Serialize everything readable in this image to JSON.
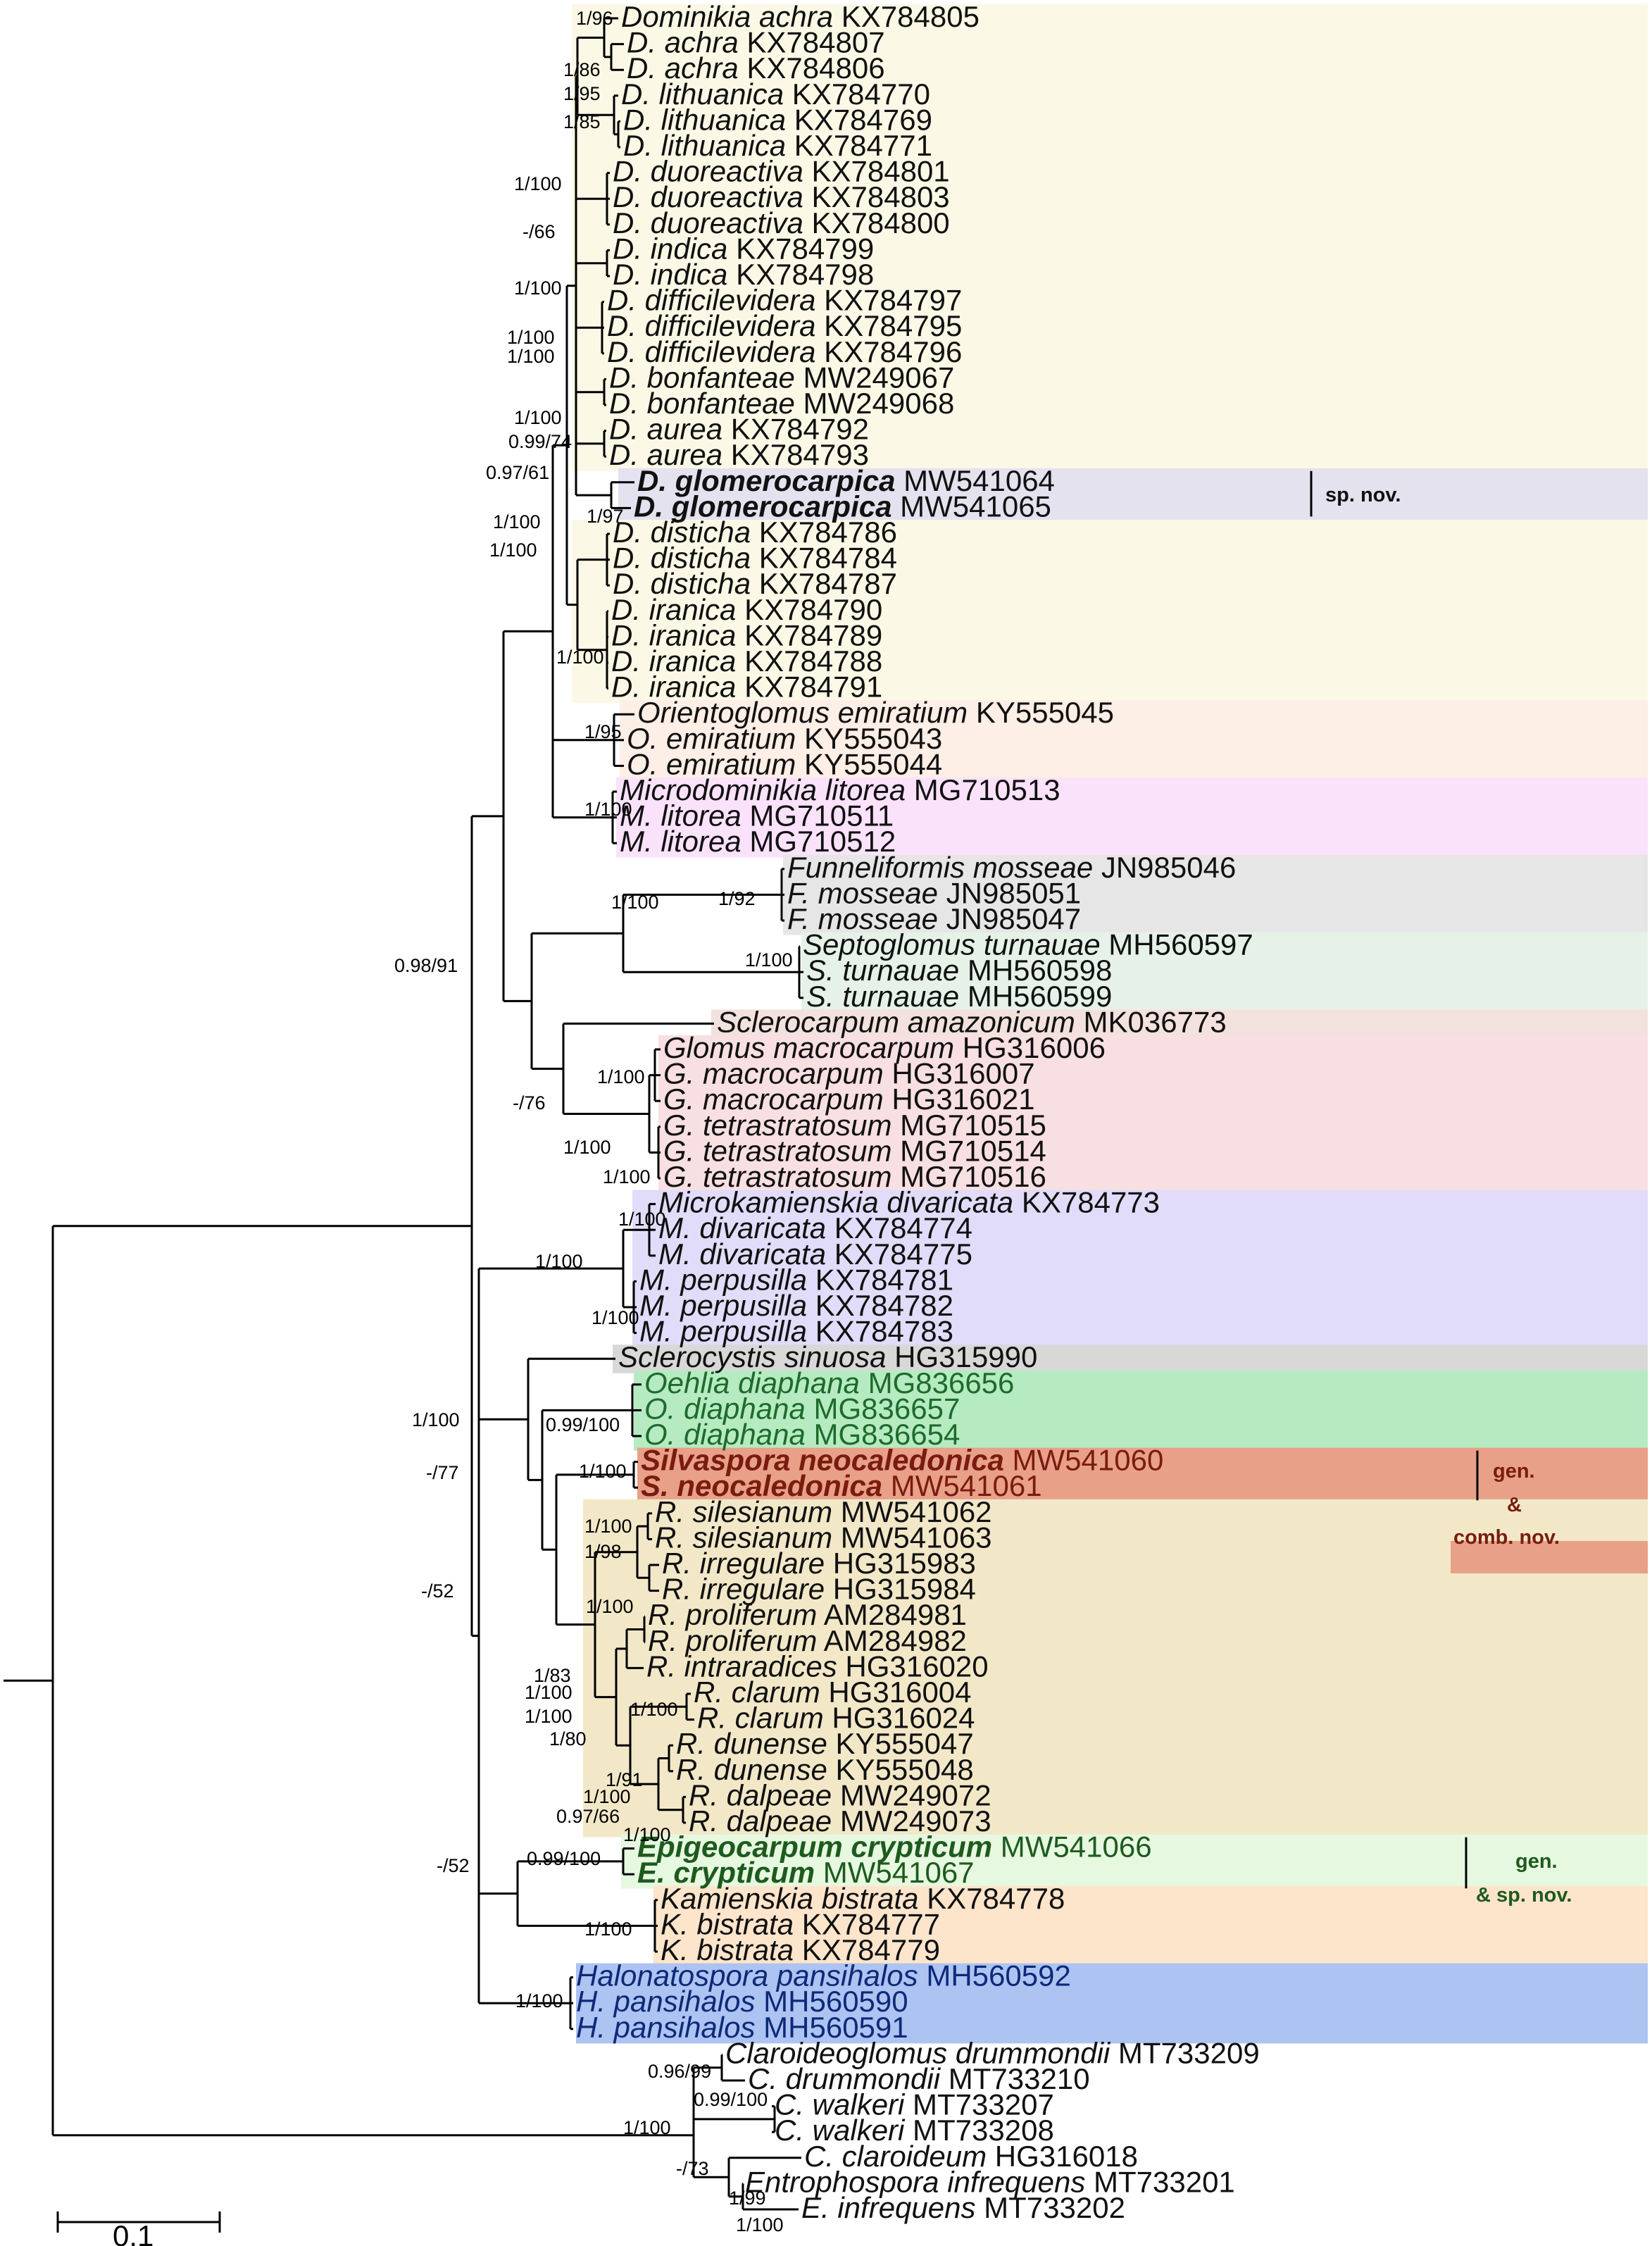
{
  "taxa": [
    {
      "genus": "Dominikia achra",
      "acc": "KX784805",
      "group": "dom"
    },
    {
      "genus": "D. achra",
      "acc": "KX784807",
      "group": "dom"
    },
    {
      "genus": "D. achra",
      "acc": "KX784806",
      "group": "dom"
    },
    {
      "genus": "D. lithuanica",
      "acc": "KX784770",
      "group": "dom"
    },
    {
      "genus": "D. lithuanica",
      "acc": "KX784769",
      "group": "dom"
    },
    {
      "genus": "D. lithuanica",
      "acc": "KX784771",
      "group": "dom"
    },
    {
      "genus": "D. duoreactiva",
      "acc": "KX784801",
      "group": "dom"
    },
    {
      "genus": "D. duoreactiva",
      "acc": "KX784803",
      "group": "dom"
    },
    {
      "genus": "D. duoreactiva",
      "acc": "KX784800",
      "group": "dom"
    },
    {
      "genus": "D. indica",
      "acc": "KX784799",
      "group": "dom"
    },
    {
      "genus": "D. indica",
      "acc": "KX784798",
      "group": "dom"
    },
    {
      "genus": "D. difficilevidera",
      "acc": "KX784797",
      "group": "dom"
    },
    {
      "genus": "D. difficilevidera",
      "acc": "KX784795",
      "group": "dom"
    },
    {
      "genus": "D. difficilevidera",
      "acc": "KX784796",
      "group": "dom"
    },
    {
      "genus": "D. bonfanteae",
      "acc": "MW249067",
      "group": "dom"
    },
    {
      "genus": "D. bonfanteae",
      "acc": "MW249068",
      "group": "dom"
    },
    {
      "genus": "D. aurea",
      "acc": "KX784792",
      "group": "dom"
    },
    {
      "genus": "D. aurea",
      "acc": "KX784793",
      "group": "dom"
    },
    {
      "genus": "D. glomerocarpica",
      "acc": "MW541064",
      "group": "glom",
      "bold": true
    },
    {
      "genus": "D. glomerocarpica",
      "acc": "MW541065",
      "group": "glom",
      "bold": true
    },
    {
      "genus": "D. disticha",
      "acc": "KX784786",
      "group": "dom"
    },
    {
      "genus": "D. disticha",
      "acc": "KX784784",
      "group": "dom"
    },
    {
      "genus": "D. disticha",
      "acc": "KX784787",
      "group": "dom"
    },
    {
      "genus": "D. iranica",
      "acc": "KX784790",
      "group": "dom"
    },
    {
      "genus": "D. iranica",
      "acc": "KX784789",
      "group": "dom"
    },
    {
      "genus": "D. iranica",
      "acc": "KX784788",
      "group": "dom"
    },
    {
      "genus": "D. iranica",
      "acc": "KX784791",
      "group": "dom"
    },
    {
      "genus": "Orientoglomus emiratium",
      "acc": "KY555045",
      "group": "ori"
    },
    {
      "genus": "O. emiratium",
      "acc": "KY555043",
      "group": "ori"
    },
    {
      "genus": "O. emiratium",
      "acc": "KY555044",
      "group": "ori"
    },
    {
      "genus": "Microdominikia litorea",
      "acc": "MG710513",
      "group": "mic"
    },
    {
      "genus": "M. litorea",
      "acc": "MG710511",
      "group": "mic"
    },
    {
      "genus": "M. litorea",
      "acc": "MG710512",
      "group": "mic"
    },
    {
      "genus": "Funneliformis mosseae",
      "acc": "JN985046",
      "group": "fun"
    },
    {
      "genus": "F. mosseae",
      "acc": "JN985051",
      "group": "fun"
    },
    {
      "genus": "F. mosseae",
      "acc": "JN985047",
      "group": "fun"
    },
    {
      "genus": "Septoglomus turnauae",
      "acc": "MH560597",
      "group": "sep"
    },
    {
      "genus": "S. turnauae",
      "acc": "MH560598",
      "group": "sep"
    },
    {
      "genus": "S. turnauae",
      "acc": "MH560599",
      "group": "sep"
    },
    {
      "genus": "Sclerocarpum amazonicum",
      "acc": "MK036773",
      "group": "scl"
    },
    {
      "genus": "Glomus macrocarpum",
      "acc": "HG316006",
      "group": "glo"
    },
    {
      "genus": "G. macrocarpum",
      "acc": "HG316007",
      "group": "glo"
    },
    {
      "genus": "G. macrocarpum",
      "acc": "HG316021",
      "group": "glo"
    },
    {
      "genus": "G. tetrastratosum",
      "acc": "MG710515",
      "group": "glo"
    },
    {
      "genus": "G. tetrastratosum",
      "acc": "MG710514",
      "group": "glo"
    },
    {
      "genus": "G. tetrastratosum",
      "acc": "MG710516",
      "group": "glo"
    },
    {
      "genus": "Microkamienskia divaricata",
      "acc": "KX784773",
      "group": "mka"
    },
    {
      "genus": "M. divaricata",
      "acc": "KX784774",
      "group": "mka"
    },
    {
      "genus": "M. divaricata",
      "acc": "KX784775",
      "group": "mka"
    },
    {
      "genus": "M. perpusilla",
      "acc": "KX784781",
      "group": "mka"
    },
    {
      "genus": "M. perpusilla",
      "acc": "KX784782",
      "group": "mka"
    },
    {
      "genus": "M. perpusilla",
      "acc": "KX784783",
      "group": "mka"
    },
    {
      "genus": "Sclerocystis sinuosa",
      "acc": "HG315990",
      "group": "scy"
    },
    {
      "genus": "Oehlia diaphana",
      "acc": "MG836656",
      "group": "oeh"
    },
    {
      "genus": "O. diaphana",
      "acc": "MG836657",
      "group": "oeh"
    },
    {
      "genus": "O. diaphana",
      "acc": "MG836654",
      "group": "oeh"
    },
    {
      "genus": "Silvaspora neocaledonica",
      "acc": "MW541060",
      "group": "sil",
      "bold": true
    },
    {
      "genus": "S. neocaledonica",
      "acc": "MW541061",
      "group": "sil",
      "bold": true
    },
    {
      "genus": "R. silesianum",
      "acc": "MW541062",
      "group": "rhi"
    },
    {
      "genus": "R. silesianum",
      "acc": "MW541063",
      "group": "rhi"
    },
    {
      "genus": "R. irregulare",
      "acc": "HG315983",
      "group": "rhi"
    },
    {
      "genus": "R. irregulare",
      "acc": "HG315984",
      "group": "rhi"
    },
    {
      "genus": "R. proliferum",
      "acc": "AM284981",
      "group": "rhi"
    },
    {
      "genus": "R. proliferum",
      "acc": "AM284982",
      "group": "rhi"
    },
    {
      "genus": "R. intraradices",
      "acc": "HG316020",
      "group": "rhi"
    },
    {
      "genus": "R. clarum",
      "acc": "HG316004",
      "group": "rhi"
    },
    {
      "genus": "R. clarum",
      "acc": "HG316024",
      "group": "rhi"
    },
    {
      "genus": "R. dunense",
      "acc": "KY555047",
      "group": "rhi"
    },
    {
      "genus": "R. dunense",
      "acc": "KY555048",
      "group": "rhi"
    },
    {
      "genus": "R. dalpeae",
      "acc": "MW249072",
      "group": "rhi"
    },
    {
      "genus": "R. dalpeae",
      "acc": "MW249073",
      "group": "rhi"
    },
    {
      "genus": "Epigeocarpum crypticum",
      "acc": "MW541066",
      "group": "epi",
      "bold": true
    },
    {
      "genus": "E. crypticum",
      "acc": "MW541067",
      "group": "epi",
      "bold": true
    },
    {
      "genus": "Kamienskia bistrata",
      "acc": "KX784778",
      "group": "kam"
    },
    {
      "genus": "K. bistrata",
      "acc": "KX784777",
      "group": "kam"
    },
    {
      "genus": "K. bistrata",
      "acc": "KX784779",
      "group": "kam"
    },
    {
      "genus": "Halonatospora pansihalos",
      "acc": "MH560592",
      "group": "hal"
    },
    {
      "genus": "H. pansihalos",
      "acc": "MH560590",
      "group": "hal"
    },
    {
      "genus": "H. pansihalos",
      "acc": "MH560591",
      "group": "hal"
    },
    {
      "genus": "Claroideoglomus drummondii",
      "acc": "MT733209",
      "group": "none"
    },
    {
      "genus": "C. drummondii",
      "acc": "MT733210",
      "group": "none"
    },
    {
      "genus": "C. walkeri",
      "acc": "MT733207",
      "group": "none"
    },
    {
      "genus": "C. walkeri",
      "acc": "MT733208",
      "group": "none"
    },
    {
      "genus": "C. claroideum",
      "acc": "HG316018",
      "group": "none"
    },
    {
      "genus": "Entrophospora infrequens",
      "acc": "MT733201",
      "group": "none"
    },
    {
      "genus": "E. infrequens",
      "acc": "MT733202",
      "group": "none"
    }
  ],
  "groups": {
    "dom": {
      "color": "#fbf9e6",
      "text": "#111111"
    },
    "glom": {
      "color": "#e4e2ee",
      "text": "#111111"
    },
    "ori": {
      "color": "#fdeee6",
      "text": "#111111"
    },
    "mic": {
      "color": "#fbe2fb",
      "text": "#111111"
    },
    "fun": {
      "color": "#e6e6e6",
      "text": "#111111"
    },
    "sep": {
      "color": "#e6f2e8",
      "text": "#111111"
    },
    "scl": {
      "color": "#f3e1de",
      "text": "#111111"
    },
    "glo": {
      "color": "#f8dfe1",
      "text": "#111111"
    },
    "mka": {
      "color": "#e0dcf9",
      "text": "#111111"
    },
    "scy": {
      "color": "#d8d8d8",
      "text": "#111111"
    },
    "oeh": {
      "color": "#b6ebc2",
      "text": "#1e6b2c"
    },
    "sil": {
      "color": "#e8a088",
      "text": "#7a1b10"
    },
    "rhi": {
      "color": "#f2e8c8",
      "text": "#111111"
    },
    "epi": {
      "color": "#e6f8e0",
      "text": "#1e5a1e"
    },
    "kam": {
      "color": "#fde5cb",
      "text": "#111111"
    },
    "hal": {
      "color": "#adc3f2",
      "text": "#0d2a78"
    },
    "none": {
      "color": "#ffffff",
      "text": "#111111"
    }
  },
  "supports": [
    {
      "label": "1/96",
      "for": "achra"
    },
    {
      "label": "1/86",
      "for": "achra-pair"
    },
    {
      "label": "1/95",
      "for": "lithuanica"
    },
    {
      "label": "1/85",
      "for": "lithuanica-pair"
    },
    {
      "label": "1/100",
      "for": "achra-lith"
    },
    {
      "label": "-/66",
      "for": "duoreactiva"
    },
    {
      "label": "1/100",
      "for": "indica"
    },
    {
      "label": "1/100",
      "for": "difficilevidera"
    },
    {
      "label": "1/100",
      "for": "bonfanteae"
    },
    {
      "label": "1/100",
      "for": "aurea"
    },
    {
      "label": "0.99/74",
      "for": "aurea-group"
    },
    {
      "label": "0.97/61",
      "for": "dom-core"
    },
    {
      "label": "1/97",
      "for": "glomerocarpica"
    },
    {
      "label": "1/100",
      "for": "disticha"
    },
    {
      "label": "1/100",
      "for": "dist-iran"
    },
    {
      "label": "1/100",
      "for": "iranica"
    },
    {
      "label": "1/95",
      "for": "emiratium"
    },
    {
      "label": "1/100",
      "for": "litorea"
    },
    {
      "label": "1/100",
      "for": "mosseae"
    },
    {
      "label": "1/92",
      "for": "fun-sep"
    },
    {
      "label": "1/100",
      "for": "turnauae"
    },
    {
      "label": "0.98/91",
      "for": "upper"
    },
    {
      "label": "1/100",
      "for": "macrocarpum"
    },
    {
      "label": "-/76",
      "for": "glomus-group"
    },
    {
      "label": "1/100",
      "for": "glomus"
    },
    {
      "label": "1/100",
      "for": "tetrastratosum"
    },
    {
      "label": "1/100",
      "for": "divaricata"
    },
    {
      "label": "1/100",
      "for": "microkamienskia"
    },
    {
      "label": "1/100",
      "for": "perpusilla"
    },
    {
      "label": "0.99/100",
      "for": "oehlia"
    },
    {
      "label": "1/100",
      "for": "big"
    },
    {
      "label": "-/77",
      "for": "lower"
    },
    {
      "label": "1/100",
      "for": "silvaspora"
    },
    {
      "label": "1/100",
      "for": "silesianum"
    },
    {
      "label": "1/98",
      "for": "sil-irr"
    },
    {
      "label": "-/52",
      "for": "rhizo-group"
    },
    {
      "label": "1/100",
      "for": "irregulare"
    },
    {
      "label": "1/83",
      "for": "proliferum"
    },
    {
      "label": "1/100",
      "for": "prol-group"
    },
    {
      "label": "1/100",
      "for": "rhizo-core"
    },
    {
      "label": "1/80",
      "for": "clarum-group"
    },
    {
      "label": "1/100",
      "for": "clarum"
    },
    {
      "label": "1/91",
      "for": "dunense"
    },
    {
      "label": "1/100",
      "for": "dun-dal"
    },
    {
      "label": "0.97/66",
      "for": "dun-dal-group"
    },
    {
      "label": "1/100",
      "for": "dalpeae"
    },
    {
      "label": "-/52",
      "for": "epi-kam"
    },
    {
      "label": "0.99/100",
      "for": "epigeocarpum"
    },
    {
      "label": "1/100",
      "for": "kamienskia"
    },
    {
      "label": "1/100",
      "for": "halonatospora"
    },
    {
      "label": "0.96/99",
      "for": "drummondii"
    },
    {
      "label": "0.99/100",
      "for": "walkeri"
    },
    {
      "label": "1/100",
      "for": "outgroup"
    },
    {
      "label": "-/73",
      "for": "claro-entro"
    },
    {
      "label": "1/99",
      "for": "entro-group"
    },
    {
      "label": "1/100",
      "for": "infrequens"
    }
  ],
  "notes": {
    "sp_nov": "sp. nov.",
    "gen": "gen.",
    "amp": "&",
    "comb_nov": "comb. nov.",
    "gen2": "gen.",
    "sp_nov2": "& sp. nov."
  },
  "scale": {
    "label": "0.1",
    "value": 0.1
  }
}
